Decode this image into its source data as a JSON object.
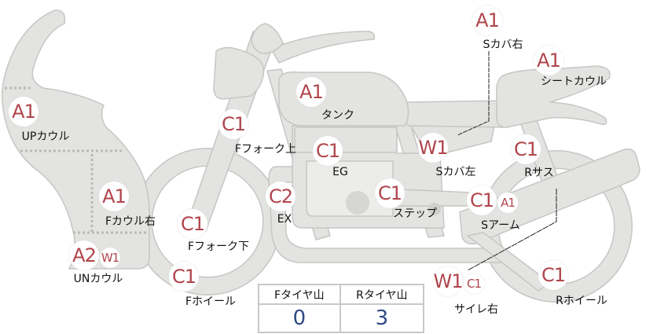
{
  "parts": [
    {
      "id": "up-cowl",
      "label": "UPカウル",
      "grades": [
        "A1"
      ]
    },
    {
      "id": "f-cowl-right",
      "label": "Fカウル右",
      "grades": [
        "A1"
      ]
    },
    {
      "id": "un-cowl",
      "label": "UNカウル",
      "grades": [
        "A2",
        "W1"
      ]
    },
    {
      "id": "f-fork-lower",
      "label": "Fフォーク下",
      "grades": [
        "C1"
      ]
    },
    {
      "id": "f-wheel",
      "label": "Fホイール",
      "grades": [
        "C1"
      ]
    },
    {
      "id": "f-fork-upper",
      "label": "Fフォーク上",
      "grades": [
        "C1"
      ]
    },
    {
      "id": "tank",
      "label": "タンク",
      "grades": [
        "A1"
      ]
    },
    {
      "id": "ex",
      "label": "EX",
      "grades": [
        "C2"
      ]
    },
    {
      "id": "eg",
      "label": "EG",
      "grades": [
        "C1"
      ]
    },
    {
      "id": "step",
      "label": "ステップ",
      "grades": [
        "C1"
      ]
    },
    {
      "id": "s-cover-left",
      "label": "Sカバ左",
      "grades": [
        "W1"
      ]
    },
    {
      "id": "s-cover-right",
      "label": "Sカバ右",
      "grades": [
        "A1"
      ]
    },
    {
      "id": "seat-cowl",
      "label": "シートカウル",
      "grades": [
        "A1"
      ]
    },
    {
      "id": "r-sus",
      "label": "Rサス",
      "grades": [
        "C1"
      ]
    },
    {
      "id": "s-arm",
      "label": "Sアーム",
      "grades": [
        "C1",
        "A1"
      ]
    },
    {
      "id": "silencer-right",
      "label": "サイレ右",
      "grades": [
        "W1",
        "C1"
      ]
    },
    {
      "id": "r-wheel",
      "label": "Rホイール",
      "grades": [
        "C1"
      ]
    }
  ],
  "tyre_table": {
    "front_label": "Fタイヤ山",
    "front_value": "0",
    "rear_label": "Rタイヤ山",
    "rear_value": "3"
  },
  "colors": {
    "body": "#e3e3e1",
    "outline": "#c6c6c4",
    "grade": "#b0454c",
    "tyre_value": "#2f4a86"
  }
}
